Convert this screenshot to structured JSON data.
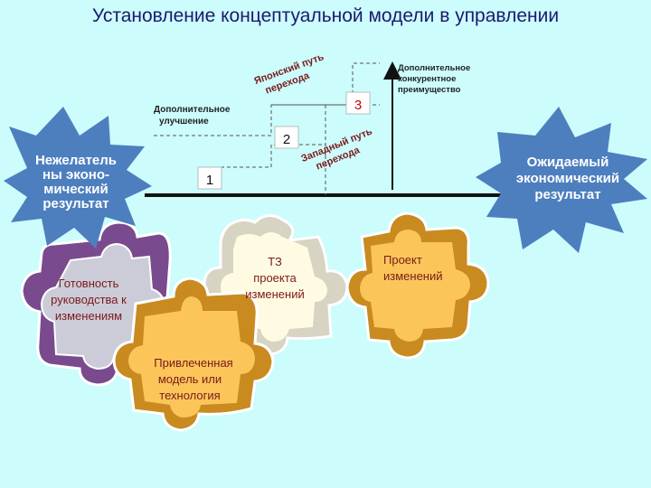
{
  "title": "Установление концептуальной модели в управлении",
  "left_star": {
    "lines": [
      "Нежелатель",
      "ны эконо-",
      "мический",
      "результат"
    ]
  },
  "right_star": {
    "lines": [
      "Ожидаемый",
      "экономический",
      "результат"
    ]
  },
  "steps": {
    "step1": "1",
    "step2": "2",
    "step3": "3"
  },
  "annotations": {
    "additional_improvement": [
      "Дополнительное",
      "улучшение"
    ],
    "japanese_path": [
      "Японский путь",
      "перехода"
    ],
    "western_path": [
      "Западный путь",
      "перехода"
    ],
    "competitive_advantage": [
      "Дополнительное",
      "конкурентное",
      "преимущество"
    ]
  },
  "puzzle": {
    "readiness": [
      "Готовность",
      "руководства к",
      "изменениям"
    ],
    "tz": [
      "ТЗ",
      "проекта",
      "изменений"
    ],
    "project": [
      "Проект",
      "изменений"
    ],
    "model": [
      "Привлеченная",
      "модель или",
      "технология"
    ]
  },
  "colors": {
    "background": "#ccfcfc",
    "star": "#4d7fbf",
    "purple_piece": "#7a4a8e",
    "cream_piece": "#fffbe3",
    "orange_piece": "#fbc55a",
    "text_dark": "#1a1a6e",
    "puzzle_text": "#7a1a1a"
  }
}
